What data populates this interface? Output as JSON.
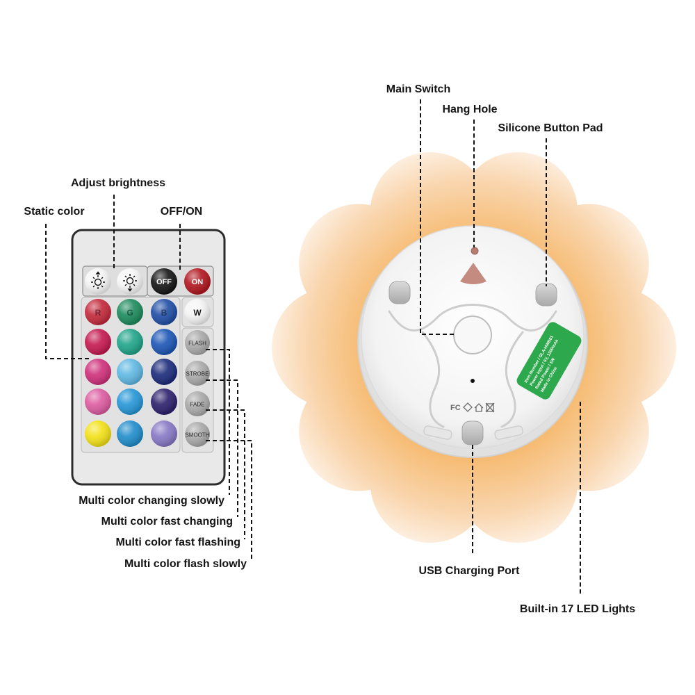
{
  "remote": {
    "callouts": {
      "adjust_brightness": "Adjust brightness",
      "static_color": "Static color",
      "off_on": "OFF/ON"
    },
    "mode_callouts": [
      "Multi color changing slowly",
      "Multi color fast changing",
      "Multi color fast flashing",
      "Multi color flash slowly"
    ],
    "brightness_buttons": [
      {
        "icon": "brightness-up-icon"
      },
      {
        "icon": "brightness-down-icon"
      }
    ],
    "power_buttons": [
      {
        "label": "OFF",
        "color": "#141414"
      },
      {
        "label": "ON",
        "color": "#b0151d"
      }
    ],
    "rgbw_buttons": [
      {
        "label": "R",
        "color": "#c3283a"
      },
      {
        "label": "G",
        "color": "#1b8a5c"
      },
      {
        "label": "B",
        "color": "#1f4da5"
      },
      {
        "label": "W",
        "color": "#f4f4f4"
      }
    ],
    "color_grid": [
      [
        "#c4184f",
        "#1ea488",
        "#1b55b5"
      ],
      [
        "#cf2f7a",
        "#5fb8e3",
        "#1a2a7a"
      ],
      [
        "#dd5ba1",
        "#2596d6",
        "#2b1f6b"
      ],
      [
        "#f3e117",
        "#1f8ccb",
        "#8777c4"
      ]
    ],
    "mode_buttons": [
      {
        "label": "FLASH",
        "color": "#a9a9a9"
      },
      {
        "label": "STROBE",
        "color": "#a9a9a9"
      },
      {
        "label": "FADE",
        "color": "#a9a9a9"
      },
      {
        "label": "SMOOTH",
        "color": "#a9a9a9"
      }
    ],
    "body_color": "#e9e9e9"
  },
  "lamp": {
    "callouts": {
      "main_switch": "Main Switch",
      "hang_hole": "Hang Hole",
      "silicone_button_pad": "Silicone Button Pad",
      "usb_charging_port": "USB Charging Port",
      "led_lights": "Built-in 17 LED Lights"
    },
    "rating_label": {
      "lines": [
        "Item Number / GLA-HWB01",
        "Power Input / 5V, 1200mAh",
        "Rated Power / 1W",
        "Made in China"
      ],
      "color": "#2ea84c"
    },
    "compliance_marks": {
      "text": "FC",
      "icons": [
        "diamond-mark-icon",
        "house-mark-icon",
        "weee-bin-icon"
      ]
    },
    "glow_colors": [
      "#f2a94c",
      "#f6bb72",
      "#f9d5ad",
      "#fdeede"
    ],
    "base_color": "#f5f5f5",
    "hang_hole_color": "#c48c80",
    "pad_color": "#c6c6c6"
  }
}
